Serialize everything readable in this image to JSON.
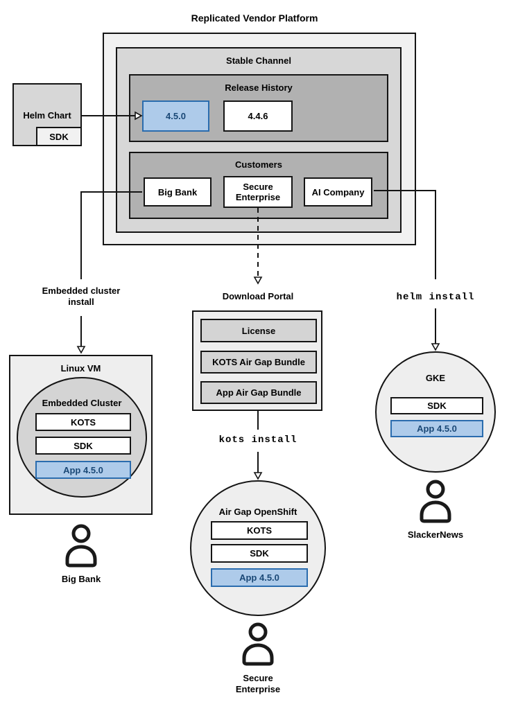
{
  "title": "Replicated Vendor Platform",
  "platform": {
    "stable_channel": "Stable Channel",
    "release_history": {
      "label": "Release History",
      "releases": [
        "4.5.0",
        "4.4.6"
      ]
    },
    "customers": {
      "label": "Customers",
      "items": [
        "Big Bank",
        "Secure Enterprise",
        "AI Company"
      ]
    }
  },
  "helm_chart": {
    "label": "Helm Chart",
    "sdk": "SDK"
  },
  "left_branch": {
    "arrow_label": "Embedded cluster install",
    "vm_label": "Linux VM",
    "cluster_label": "Embedded Cluster",
    "components": [
      "KOTS",
      "SDK",
      "App 4.5.0"
    ],
    "user": "Big Bank"
  },
  "middle_branch": {
    "portal_label": "Download Portal",
    "portal_items": [
      "License",
      "KOTS Air Gap Bundle",
      "App Air Gap Bundle"
    ],
    "command": "kots install",
    "cluster_label": "Air Gap OpenShift",
    "components": [
      "KOTS",
      "SDK",
      "App 4.5.0"
    ],
    "user": "Secure Enterprise"
  },
  "right_branch": {
    "command": "helm install",
    "cluster_label": "GKE",
    "components": [
      "SDK",
      "App 4.5.0"
    ],
    "user": "SlackerNews"
  },
  "colors": {
    "highlight_fill": "#aecbea",
    "highlight_border": "#2a6cae",
    "highlight_text": "#1a4876"
  }
}
